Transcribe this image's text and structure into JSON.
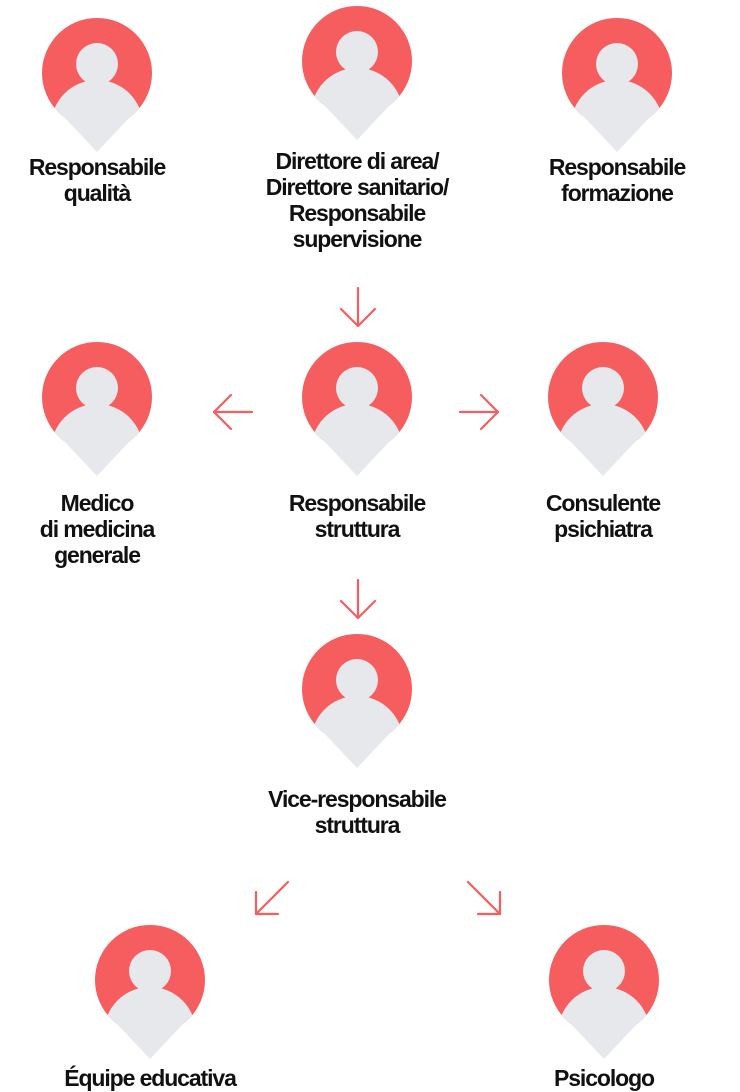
{
  "accent_color": "#f65d5f",
  "avatar_person_color": "#e6e8ec",
  "nodes": {
    "quality": {
      "label": "Responsabile\nqualità"
    },
    "director": {
      "label": "Direttore di area/\nDirettore sanitario/\nResponsabile\nsupervisione"
    },
    "training": {
      "label": "Responsabile\nformazione"
    },
    "gp": {
      "label": "Medico\ndi medicina\ngenerale"
    },
    "manager": {
      "label": "Responsabile\nstruttura"
    },
    "psychiatrist": {
      "label": "Consulente\npsichiatra"
    },
    "vice_manager": {
      "label": "Vice-responsabile\nstruttura"
    },
    "educators": {
      "label": "Équipe educativa"
    },
    "psychologist": {
      "label": "Psicologo"
    }
  },
  "arrows": [
    {
      "from": "director",
      "to": "manager",
      "direction": "down"
    },
    {
      "from": "manager",
      "to": "gp",
      "direction": "left"
    },
    {
      "from": "manager",
      "to": "psychiatrist",
      "direction": "right"
    },
    {
      "from": "manager",
      "to": "vice_manager",
      "direction": "down"
    },
    {
      "from": "vice_manager",
      "to": "educators",
      "direction": "down-left"
    },
    {
      "from": "vice_manager",
      "to": "psychologist",
      "direction": "down-right"
    }
  ]
}
